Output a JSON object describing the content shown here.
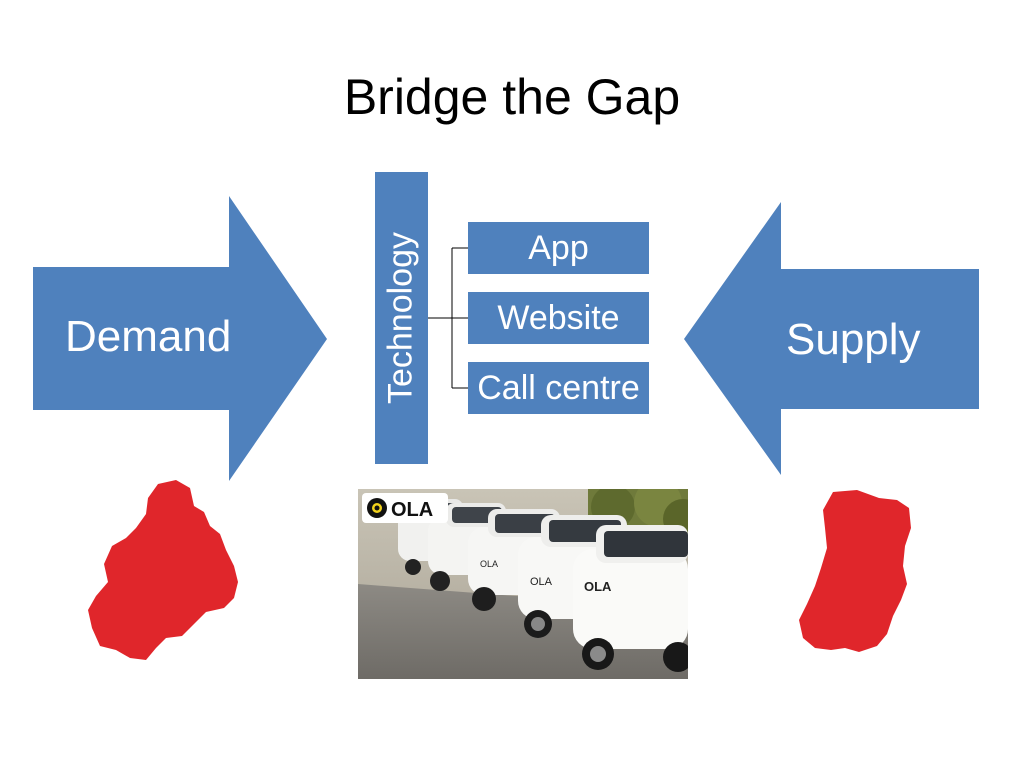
{
  "slide": {
    "title": "Bridge the Gap"
  },
  "diagram": {
    "left_arrow_label": "Demand",
    "right_arrow_label": "Supply",
    "center_label": "Technology",
    "channels": [
      "App",
      "Website",
      "Call centre"
    ]
  },
  "photo": {
    "brand_logo_text": "OLA",
    "subject": "row of white OLA taxis parked on a street"
  },
  "colors": {
    "arrow_blue": "#4f81bd",
    "blob_red": "#e0262b"
  }
}
